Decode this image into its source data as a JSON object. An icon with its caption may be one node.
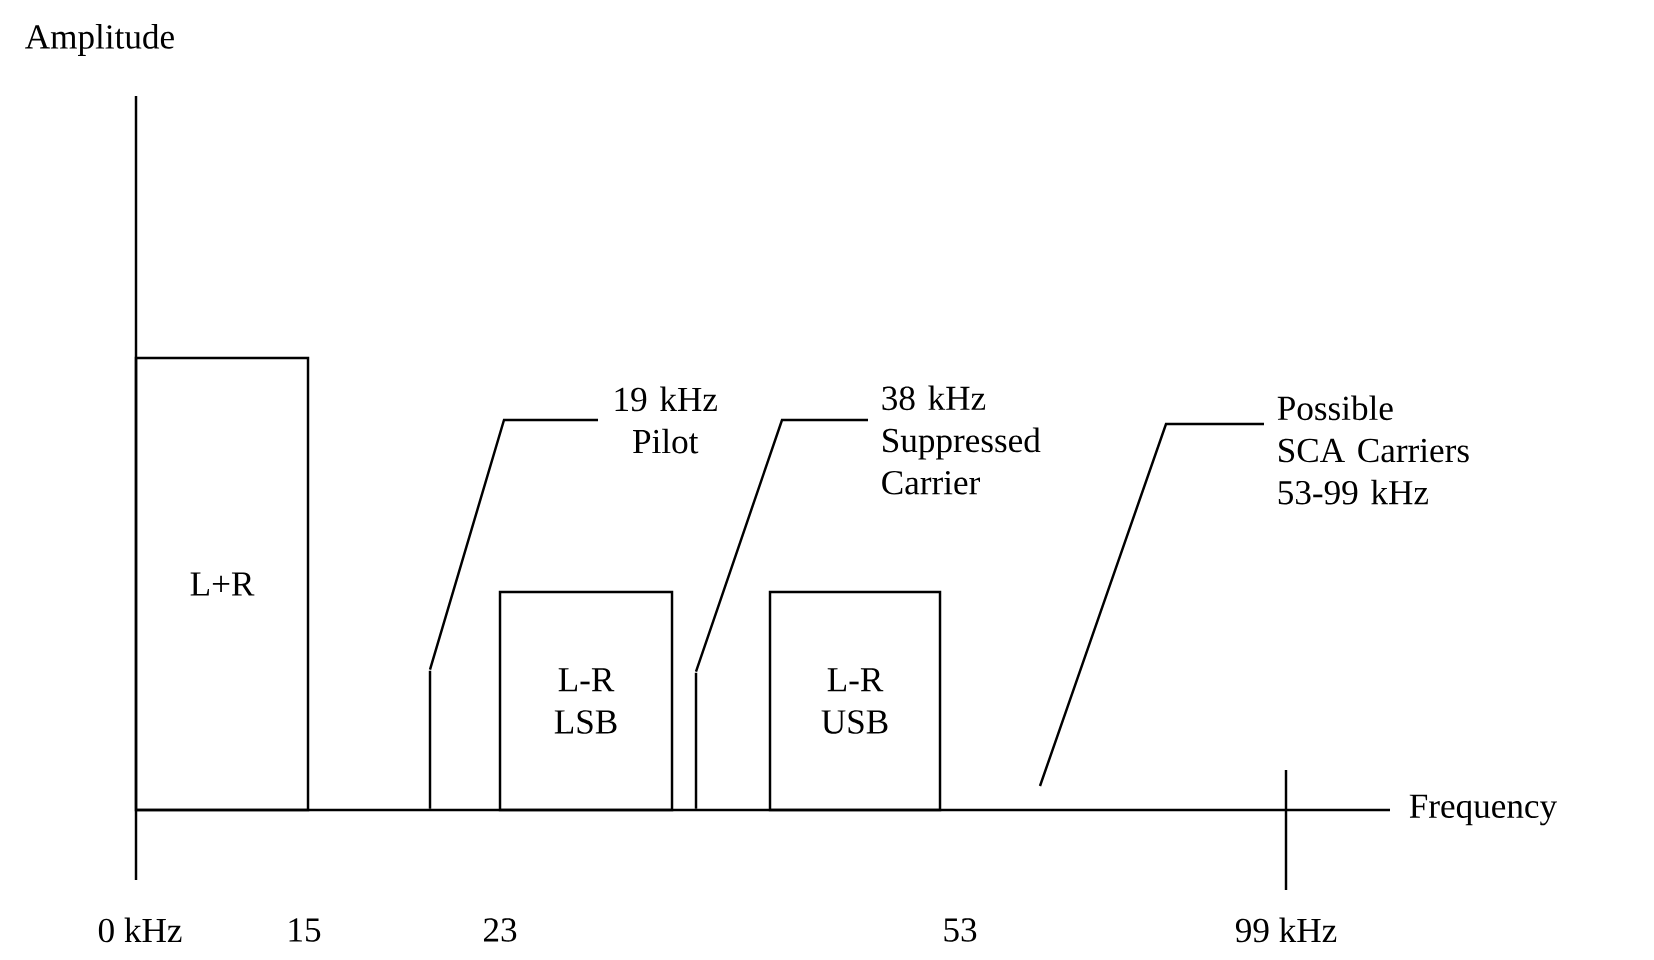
{
  "diagram": {
    "nodes": [
      {
        "text": [
          "L+R"
        ]
      },
      {
        "text": [
          "19 kHz Pilot"
        ]
      },
      {
        "text": [
          "38 kHz Suppressed Carrier"
        ]
      },
      {
        "text": [
          "Possible SCA Carriers 53-99 kHz"
        ]
      },
      {
        "text": [
          "L-R LSB"
        ]
      },
      {
        "text": [
          "L-R USB"
        ]
      },
      {
        "text": [],
        "shape": "bar"
      },
      {
        "text": [],
        "shape": "bar"
      }
    ],
    "edges": [
      {
        "from": 1,
        "to": 6,
        "arrow": "none"
      },
      {
        "from": 2,
        "to": 7,
        "arrow": "none"
      },
      {
        "from": 3,
        "to": null,
        "arrow": "none"
      }
    ],
    "labels": [
      "Amplitude",
      "Frequency",
      "0 kHz",
      "15",
      "23",
      "53",
      "99 kHz"
    ]
  }
}
